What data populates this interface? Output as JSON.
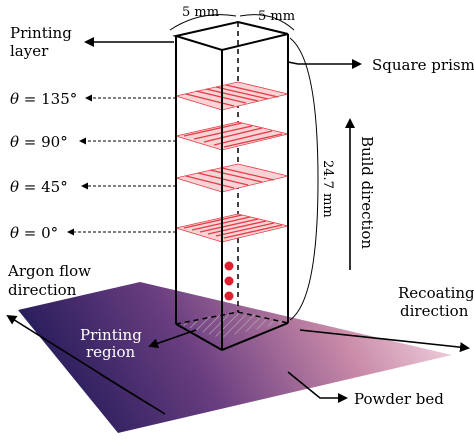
{
  "labels": {
    "printing_layer_line1": "Printing",
    "printing_layer_line2": "layer",
    "dim_top_left": "5 mm",
    "dim_top_right": "5 mm",
    "square_prism": "Square prism",
    "height": "24.7 mm",
    "build_direction": "Build direction",
    "argon_line1": "Argon flow",
    "argon_line2": "direction",
    "recoating_line1": "Recoating",
    "recoating_line2": "direction",
    "printing_region_line1": "Printing",
    "printing_region_line2": "region",
    "powder_bed": "Powder bed"
  },
  "layers": [
    {
      "symbol": "θ",
      "value": " = 135°"
    },
    {
      "symbol": "θ",
      "value": " = 90°"
    },
    {
      "symbol": "θ",
      "value": " = 45°"
    },
    {
      "symbol": "θ",
      "value": " = 0°"
    }
  ],
  "colors": {
    "layer_fill": "#f8d3d6",
    "layer_hatch": "#e23c46",
    "dot": "#e0202e",
    "bed_left": "#2a1f5e",
    "bed_right": "#f4d8e2"
  }
}
